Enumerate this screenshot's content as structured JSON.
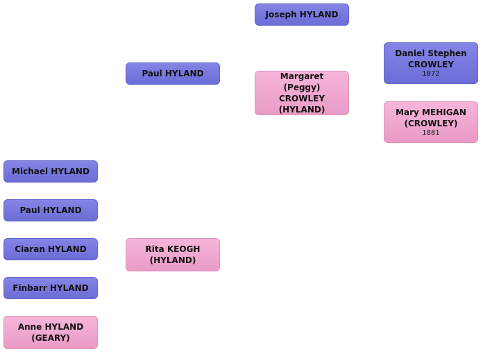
{
  "colors": {
    "male": "#7778de",
    "female": "#f2aed3"
  },
  "people": {
    "joseph_hyland": {
      "name": "Joseph HYLAND",
      "gender": "male"
    },
    "paul_hyland_sr": {
      "name": "Paul HYLAND",
      "gender": "male"
    },
    "margaret_crowley": {
      "name": "Margaret (Peggy) CROWLEY (HYLAND)",
      "gender": "female"
    },
    "daniel_crowley": {
      "name": "Daniel Stephen CROWLEY",
      "year": "1872",
      "gender": "male"
    },
    "mary_mehigan": {
      "name": "Mary MEHIGAN (CROWLEY)",
      "year": "1881",
      "gender": "female"
    },
    "michael_hyland": {
      "name": "Michael HYLAND",
      "gender": "male"
    },
    "paul_hyland_jr": {
      "name": "Paul HYLAND",
      "gender": "male"
    },
    "ciaran_hyland": {
      "name": "Ciaran HYLAND",
      "gender": "male"
    },
    "finbarr_hyland": {
      "name": "Finbarr HYLAND",
      "gender": "male"
    },
    "anne_hyland": {
      "name": "Anne HYLAND (GEARY)",
      "gender": "female"
    },
    "rita_keogh": {
      "name": "Rita KEOGH (HYLAND)",
      "gender": "female"
    }
  }
}
